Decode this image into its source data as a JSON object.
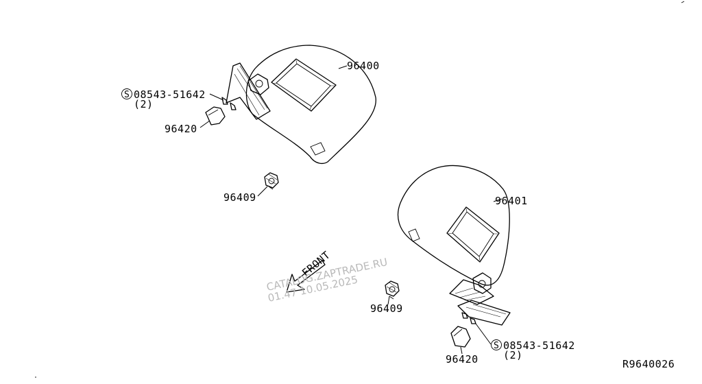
{
  "labels": {
    "visor_left": "96400",
    "visor_right": "96401",
    "holder_left": "96409",
    "holder_right": "96409",
    "cover_left": "96420",
    "cover_right": "96420",
    "screw_left": "08543-51642",
    "screw_left_qty": "(2)",
    "screw_right": "08543-51642",
    "screw_right_qty": "(2)",
    "screw_symbol": "S",
    "front": "FRONT",
    "diagram_code": "R9640026"
  },
  "watermark": {
    "line1": "CATALOG.ZAPTRADE.RU",
    "line2": "01.47 10.05.2025"
  }
}
